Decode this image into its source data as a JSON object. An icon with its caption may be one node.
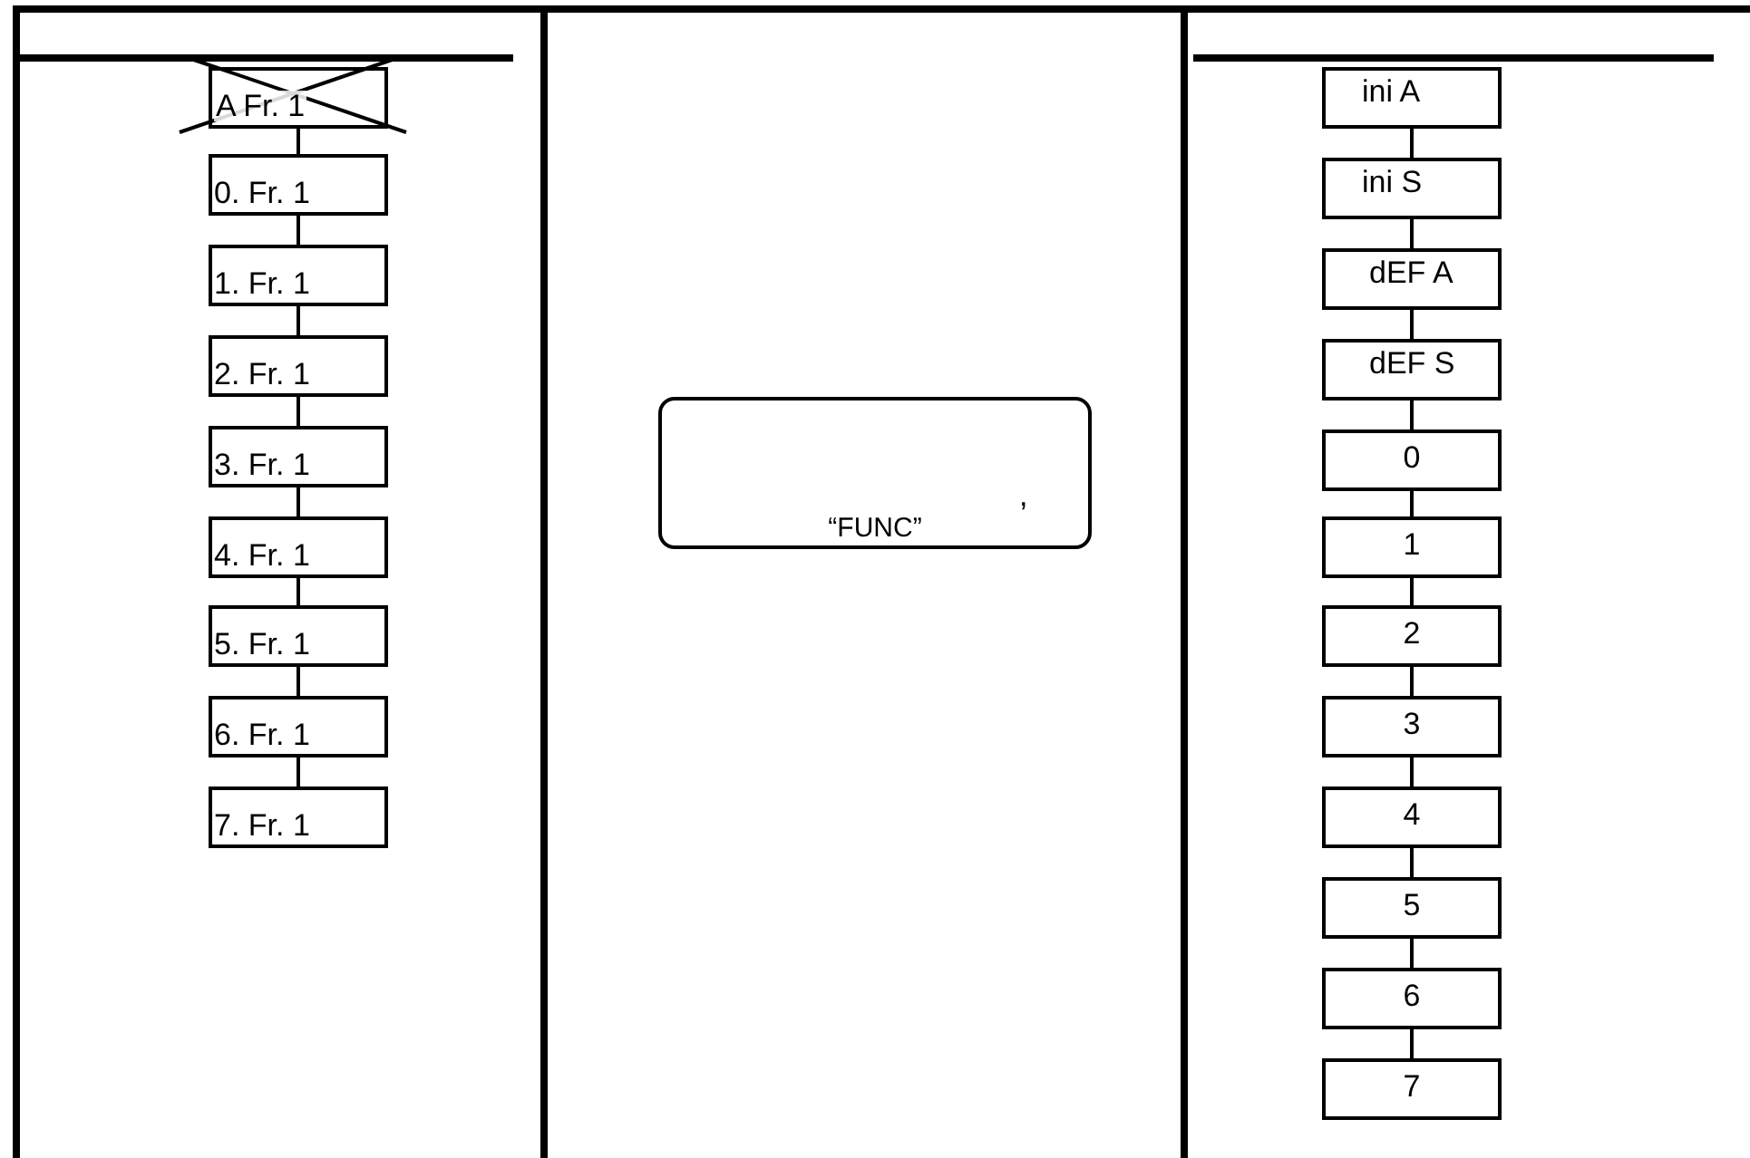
{
  "diagram": {
    "nodes": [
      {
        "text": [
          "A Fr. 1"
        ]
      },
      {
        "text": [
          "0. Fr. 1"
        ]
      },
      {
        "text": [
          "1. Fr. 1"
        ]
      },
      {
        "text": [
          "2. Fr. 1"
        ]
      },
      {
        "text": [
          "3. Fr. 1"
        ]
      },
      {
        "text": [
          "4. Fr. 1"
        ]
      },
      {
        "text": [
          "5. Fr. 1"
        ]
      },
      {
        "text": [
          "6. Fr. 1"
        ]
      },
      {
        "text": [
          "7. Fr. 1"
        ]
      },
      {
        "text": [
          ",",
          "“FUNC”"
        ]
      },
      {
        "text": [
          "ini A"
        ]
      },
      {
        "text": [
          "ini S"
        ]
      },
      {
        "text": [
          "dEF A"
        ]
      },
      {
        "text": [
          "dEF S"
        ]
      },
      {
        "text": [
          "0"
        ]
      },
      {
        "text": [
          "1"
        ]
      },
      {
        "text": [
          "2"
        ]
      },
      {
        "text": [
          "3"
        ]
      },
      {
        "text": [
          "4"
        ]
      },
      {
        "text": [
          "5"
        ]
      },
      {
        "text": [
          "6"
        ]
      },
      {
        "text": [
          "7"
        ]
      }
    ],
    "edges": [
      {
        "from": 0,
        "to": 1,
        "arrow": "none"
      },
      {
        "from": 1,
        "to": 2,
        "arrow": "none"
      },
      {
        "from": 2,
        "to": 3,
        "arrow": "none"
      },
      {
        "from": 3,
        "to": 4,
        "arrow": "none"
      },
      {
        "from": 4,
        "to": 5,
        "arrow": "none"
      },
      {
        "from": 5,
        "to": 6,
        "arrow": "none"
      },
      {
        "from": 6,
        "to": 7,
        "arrow": "none"
      },
      {
        "from": 7,
        "to": 8,
        "arrow": "none"
      },
      {
        "from": 10,
        "to": 11,
        "arrow": "none"
      },
      {
        "from": 11,
        "to": 12,
        "arrow": "none"
      },
      {
        "from": 12,
        "to": 13,
        "arrow": "none"
      },
      {
        "from": 13,
        "to": 14,
        "arrow": "none"
      },
      {
        "from": 14,
        "to": 15,
        "arrow": "none"
      },
      {
        "from": 15,
        "to": 16,
        "arrow": "none"
      },
      {
        "from": 16,
        "to": 17,
        "arrow": "none"
      },
      {
        "from": 17,
        "to": 18,
        "arrow": "none"
      },
      {
        "from": 18,
        "to": 19,
        "arrow": "none"
      },
      {
        "from": 19,
        "to": 20,
        "arrow": "none"
      },
      {
        "from": 20,
        "to": 21,
        "arrow": "none"
      }
    ]
  }
}
